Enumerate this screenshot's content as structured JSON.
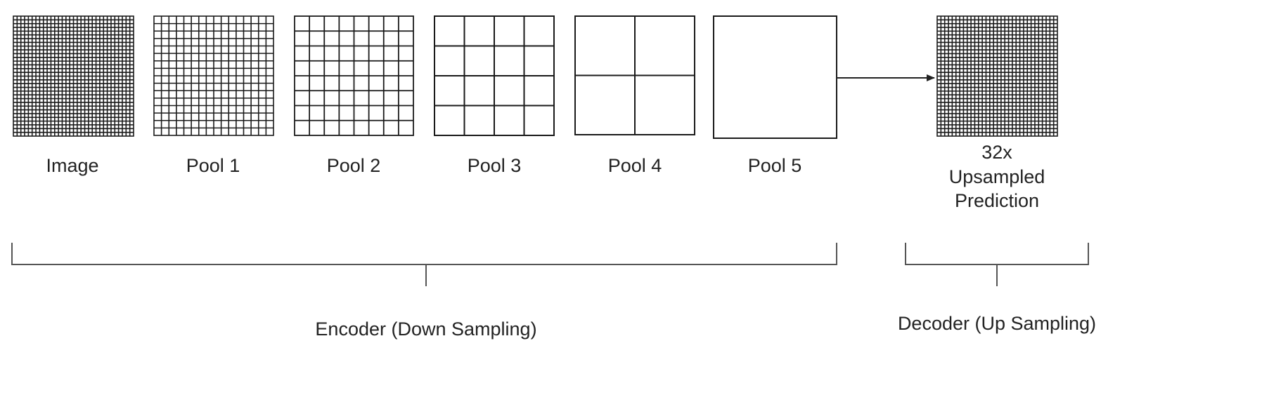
{
  "colors": {
    "grid_line": "#1a1a1a",
    "bracket": "#555555",
    "text": "#222222",
    "background": "#ffffff"
  },
  "stages": [
    {
      "id": "image",
      "label": "Image",
      "grid_divisions": 32
    },
    {
      "id": "pool1",
      "label": "Pool 1",
      "grid_divisions": 16
    },
    {
      "id": "pool2",
      "label": "Pool 2",
      "grid_divisions": 8
    },
    {
      "id": "pool3",
      "label": "Pool 3",
      "grid_divisions": 4
    },
    {
      "id": "pool4",
      "label": "Pool 4",
      "grid_divisions": 2
    },
    {
      "id": "pool5",
      "label": "Pool 5",
      "grid_divisions": 1
    }
  ],
  "output": {
    "id": "prediction",
    "label_lines": [
      "32x",
      "Upsampled",
      "Prediction"
    ],
    "grid_divisions": 32
  },
  "encoder_label": "Encoder (Down Sampling)",
  "decoder_label": "Decoder (Up Sampling)"
}
